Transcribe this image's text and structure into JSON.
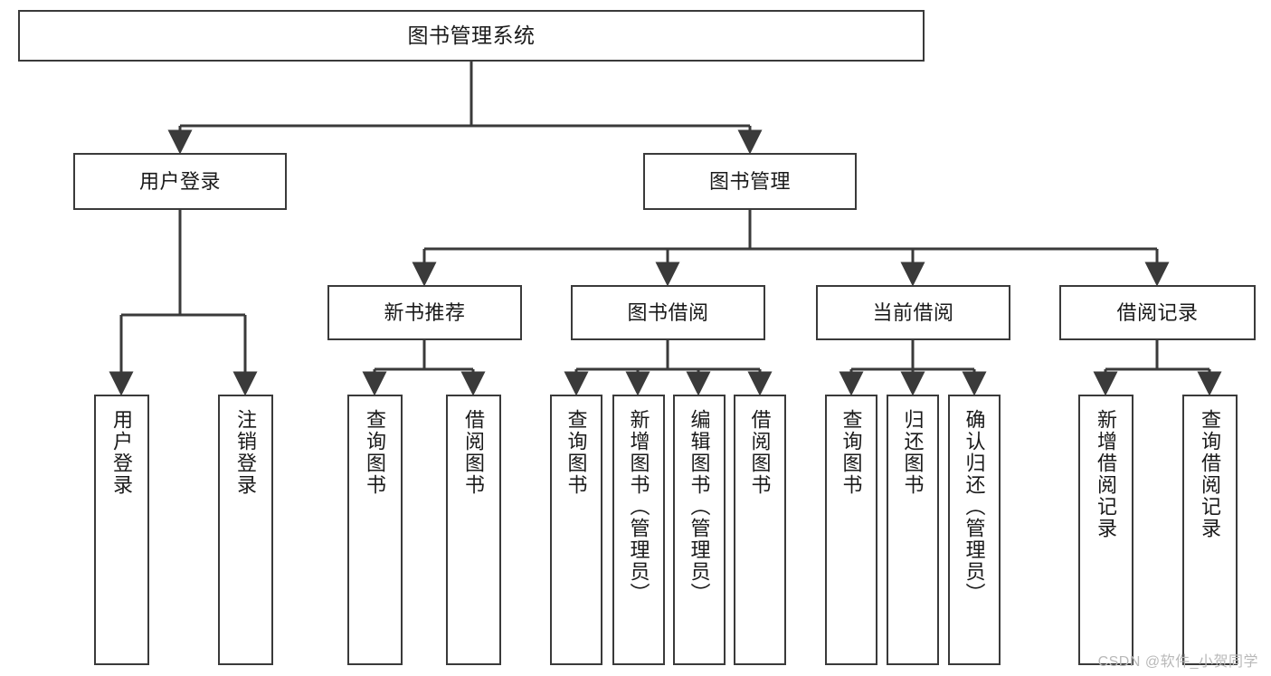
{
  "diagram": {
    "title": "图书管理系统",
    "type": "tree-hierarchy-diagram",
    "watermark": "CSDN @软件_小贺同学",
    "colors": {
      "box_border": "#3a3a3a",
      "box_fill": "#ffffff",
      "edge": "#3a3a3a",
      "text": "#1a1a1a",
      "watermark": "#b9b9b9",
      "background": "#ffffff"
    },
    "levels": {
      "root": {
        "label": "图书管理系统"
      },
      "level2": [
        {
          "id": "user-login",
          "label": "用户登录"
        },
        {
          "id": "book-management",
          "label": "图书管理"
        }
      ],
      "level3": [
        {
          "id": "new-book-recommend",
          "label": "新书推荐",
          "parent": "book-management"
        },
        {
          "id": "book-borrow",
          "label": "图书借阅",
          "parent": "book-management"
        },
        {
          "id": "current-borrow",
          "label": "当前借阅",
          "parent": "book-management"
        },
        {
          "id": "borrow-record",
          "label": "借阅记录",
          "parent": "book-management"
        }
      ],
      "leaves": {
        "user-login": [
          {
            "id": "leaf-user-login",
            "label": "用户登录"
          },
          {
            "id": "leaf-logout",
            "label": "注销登录"
          }
        ],
        "new-book-recommend": [
          {
            "id": "leaf-query-book-1",
            "label": "查询图书"
          },
          {
            "id": "leaf-borrow-book-1",
            "label": "借阅图书"
          }
        ],
        "book-borrow": [
          {
            "id": "leaf-query-book-2",
            "label": "查询图书"
          },
          {
            "id": "leaf-add-book",
            "label": "新增图书（管理员）"
          },
          {
            "id": "leaf-edit-book",
            "label": "编辑图书（管理员）"
          },
          {
            "id": "leaf-borrow-book-2",
            "label": "借阅图书"
          }
        ],
        "current-borrow": [
          {
            "id": "leaf-query-book-3",
            "label": "查询图书"
          },
          {
            "id": "leaf-return-book",
            "label": "归还图书"
          },
          {
            "id": "leaf-confirm-return",
            "label": "确认归还（管理员）"
          }
        ],
        "borrow-record": [
          {
            "id": "leaf-add-record",
            "label": "新增借阅记录"
          },
          {
            "id": "leaf-query-record",
            "label": "查询借阅记录"
          }
        ]
      }
    }
  }
}
